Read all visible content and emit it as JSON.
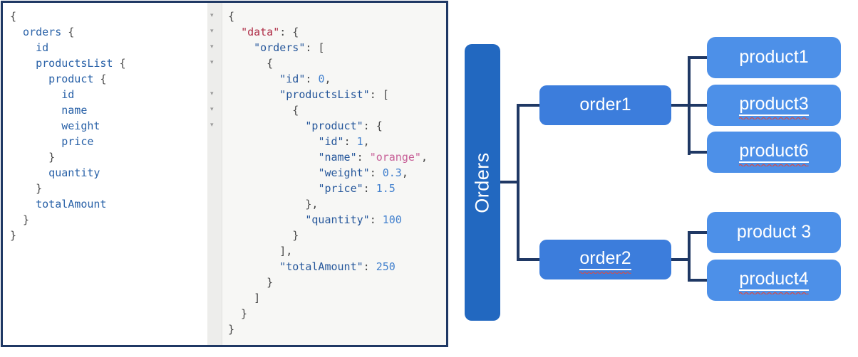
{
  "panels": {
    "query": {
      "name": "graphql-query",
      "lines": [
        [
          {
            "c": "p",
            "t": "{"
          }
        ],
        [
          {
            "c": "f",
            "t": "  orders"
          },
          {
            "c": "p",
            "t": " {"
          }
        ],
        [
          {
            "c": "f",
            "t": "    id"
          }
        ],
        [
          {
            "c": "f",
            "t": "    productsList"
          },
          {
            "c": "p",
            "t": " {"
          }
        ],
        [
          {
            "c": "f",
            "t": "      product"
          },
          {
            "c": "p",
            "t": " {"
          }
        ],
        [
          {
            "c": "f",
            "t": "        id"
          }
        ],
        [
          {
            "c": "f",
            "t": "        name"
          }
        ],
        [
          {
            "c": "f",
            "t": "        weight"
          }
        ],
        [
          {
            "c": "f",
            "t": "        price"
          }
        ],
        [
          {
            "c": "p",
            "t": "      }"
          }
        ],
        [
          {
            "c": "f",
            "t": "      quantity"
          }
        ],
        [
          {
            "c": "p",
            "t": "    }"
          }
        ],
        [
          {
            "c": "f",
            "t": "    totalAmount"
          }
        ],
        [
          {
            "c": "p",
            "t": "  }"
          }
        ],
        [
          {
            "c": "p",
            "t": "}"
          }
        ]
      ]
    },
    "response": {
      "name": "json-response",
      "fold_lines": [
        1,
        2,
        3,
        4,
        6,
        7,
        8
      ],
      "fold_icon": "▾",
      "lines": [
        [
          {
            "c": "p",
            "t": "{"
          }
        ],
        [
          {
            "c": "p",
            "t": "  "
          },
          {
            "c": "kr",
            "t": "\"data\""
          },
          {
            "c": "p",
            "t": ": {"
          }
        ],
        [
          {
            "c": "p",
            "t": "    "
          },
          {
            "c": "k",
            "t": "\"orders\""
          },
          {
            "c": "p",
            "t": ": ["
          }
        ],
        [
          {
            "c": "p",
            "t": "      {"
          }
        ],
        [
          {
            "c": "p",
            "t": "        "
          },
          {
            "c": "k",
            "t": "\"id\""
          },
          {
            "c": "p",
            "t": ": "
          },
          {
            "c": "n",
            "t": "0"
          },
          {
            "c": "p",
            "t": ","
          }
        ],
        [
          {
            "c": "p",
            "t": "        "
          },
          {
            "c": "k",
            "t": "\"productsList\""
          },
          {
            "c": "p",
            "t": ": ["
          }
        ],
        [
          {
            "c": "p",
            "t": "          {"
          }
        ],
        [
          {
            "c": "p",
            "t": "            "
          },
          {
            "c": "k",
            "t": "\"product\""
          },
          {
            "c": "p",
            "t": ": {"
          }
        ],
        [
          {
            "c": "p",
            "t": "              "
          },
          {
            "c": "k",
            "t": "\"id\""
          },
          {
            "c": "p",
            "t": ": "
          },
          {
            "c": "n",
            "t": "1"
          },
          {
            "c": "p",
            "t": ","
          }
        ],
        [
          {
            "c": "p",
            "t": "              "
          },
          {
            "c": "k",
            "t": "\"name\""
          },
          {
            "c": "p",
            "t": ": "
          },
          {
            "c": "s",
            "t": "\"orange\""
          },
          {
            "c": "p",
            "t": ","
          }
        ],
        [
          {
            "c": "p",
            "t": "              "
          },
          {
            "c": "k",
            "t": "\"weight\""
          },
          {
            "c": "p",
            "t": ": "
          },
          {
            "c": "n",
            "t": "0.3"
          },
          {
            "c": "p",
            "t": ","
          }
        ],
        [
          {
            "c": "p",
            "t": "              "
          },
          {
            "c": "k",
            "t": "\"price\""
          },
          {
            "c": "p",
            "t": ": "
          },
          {
            "c": "n",
            "t": "1.5"
          }
        ],
        [
          {
            "c": "p",
            "t": "            },"
          }
        ],
        [
          {
            "c": "p",
            "t": "            "
          },
          {
            "c": "k",
            "t": "\"quantity\""
          },
          {
            "c": "p",
            "t": ": "
          },
          {
            "c": "n",
            "t": "100"
          }
        ],
        [
          {
            "c": "p",
            "t": "          }"
          }
        ],
        [
          {
            "c": "p",
            "t": "        ],"
          }
        ],
        [
          {
            "c": "p",
            "t": "        "
          },
          {
            "c": "k",
            "t": "\"totalAmount\""
          },
          {
            "c": "p",
            "t": ": "
          },
          {
            "c": "n",
            "t": "250"
          }
        ],
        [
          {
            "c": "p",
            "t": "      }"
          }
        ],
        [
          {
            "c": "p",
            "t": "    ]"
          }
        ],
        [
          {
            "c": "p",
            "t": "  }"
          }
        ],
        [
          {
            "c": "p",
            "t": "}"
          }
        ]
      ]
    }
  },
  "diagram": {
    "root": {
      "label": "Orders"
    },
    "orders": [
      {
        "label": "order1",
        "misspelled": false,
        "products": [
          {
            "label": "product1",
            "misspelled": false
          },
          {
            "label": "product3",
            "misspelled": true
          },
          {
            "label": "product6",
            "misspelled": true
          }
        ]
      },
      {
        "label": "order2",
        "misspelled": true,
        "products": [
          {
            "label": "product 3",
            "misspelled": false
          },
          {
            "label": "product4",
            "misspelled": true
          }
        ]
      }
    ]
  },
  "colors": {
    "panel_border": "#1f3864",
    "root_fill": "#2268c0",
    "order_fill": "#3c7ddc",
    "product_fill": "#4d90e8",
    "connector": "#1f3864",
    "key_blue": "#26579b",
    "key_red": "#b03049",
    "number_blue": "#4381ce",
    "string_pink": "#c75f97",
    "query_field_blue": "#2a62a8",
    "squiggle_red": "#d05050"
  }
}
